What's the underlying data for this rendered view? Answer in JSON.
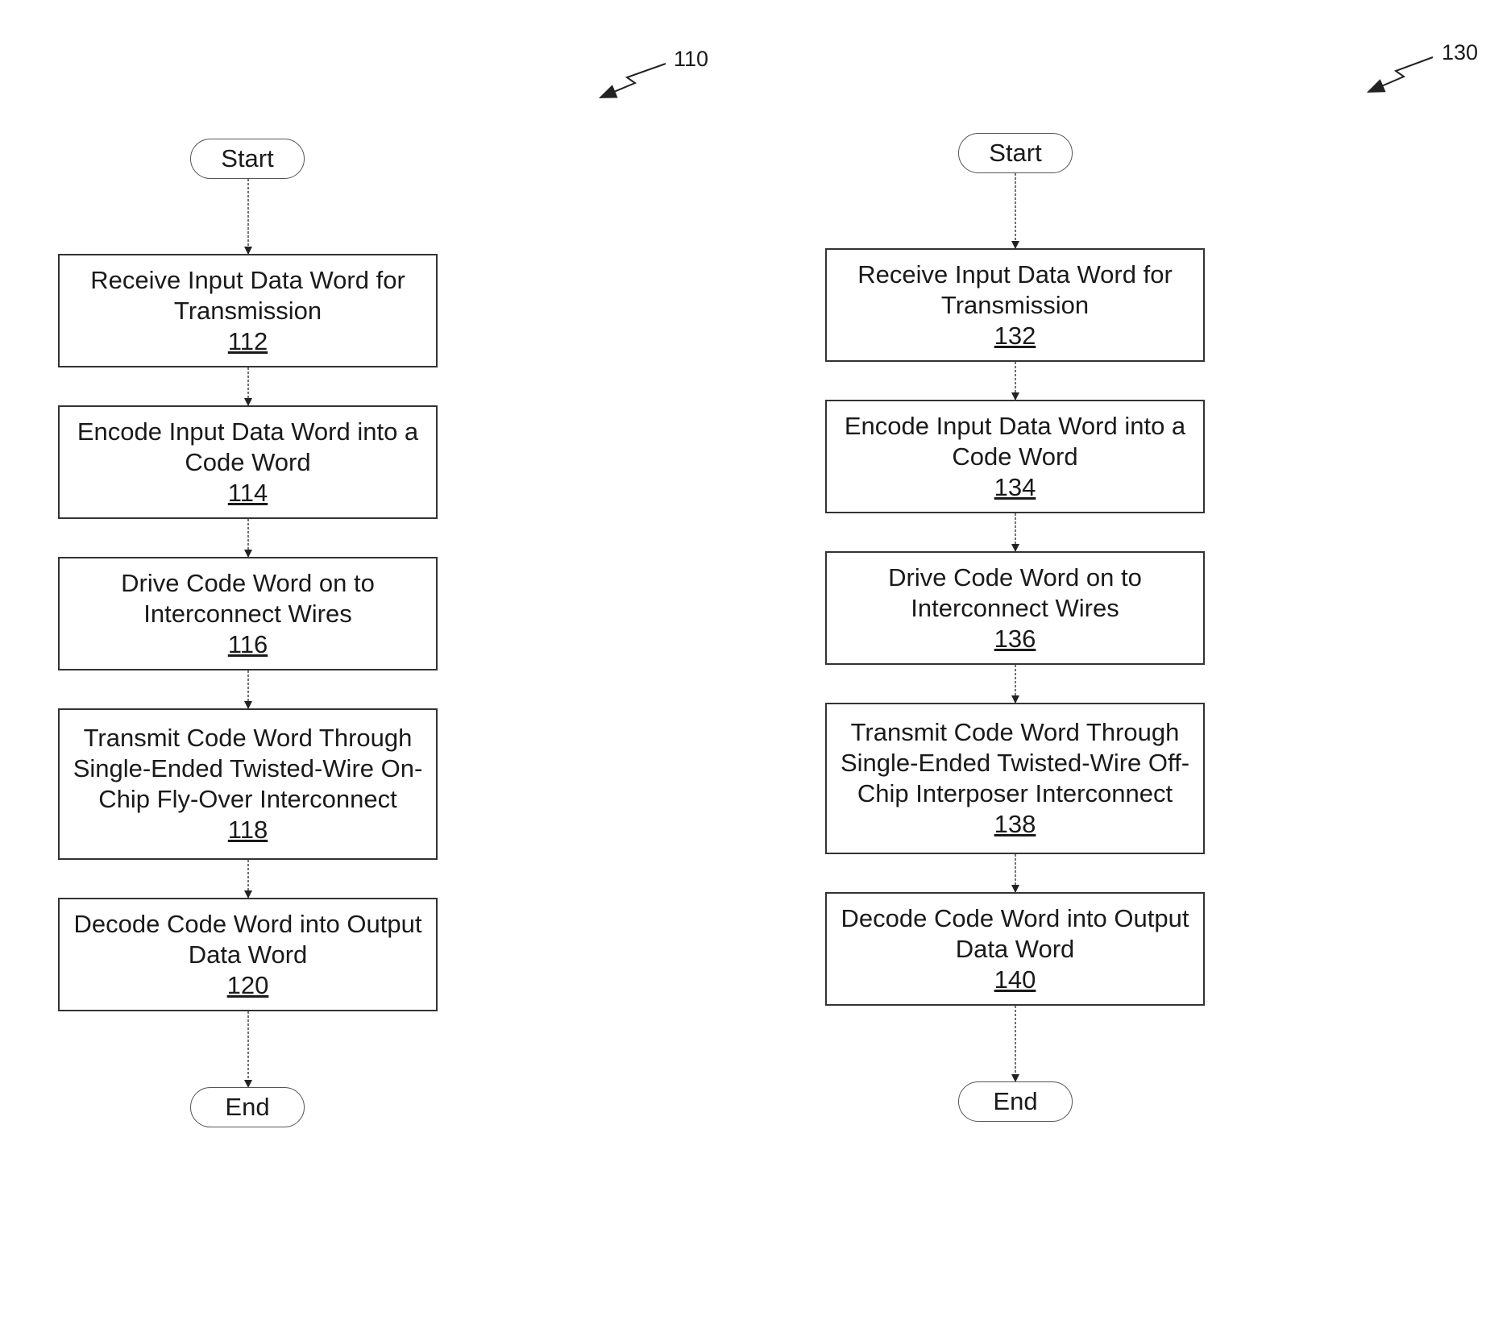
{
  "figures": [
    {
      "label": "110",
      "start": "Start",
      "end": "End",
      "steps": [
        {
          "lines": [
            "Receive Input Data Word for",
            "Transmission"
          ],
          "ref": "112"
        },
        {
          "lines": [
            "Encode Input Data Word into a",
            "Code Word"
          ],
          "ref": "114"
        },
        {
          "lines": [
            "Drive Code Word on to",
            "Interconnect Wires"
          ],
          "ref": "116"
        },
        {
          "lines": [
            "Transmit Code Word Through",
            "Single-Ended Twisted-Wire On-",
            "Chip Fly-Over Interconnect"
          ],
          "ref": "118"
        },
        {
          "lines": [
            "Decode Code Word into Output",
            "Data Word"
          ],
          "ref": "120"
        }
      ]
    },
    {
      "label": "130",
      "start": "Start",
      "end": "End",
      "steps": [
        {
          "lines": [
            "Receive Input Data Word for",
            "Transmission"
          ],
          "ref": "132"
        },
        {
          "lines": [
            "Encode Input Data Word into a",
            "Code Word"
          ],
          "ref": "134"
        },
        {
          "lines": [
            "Drive Code Word on to",
            "Interconnect Wires"
          ],
          "ref": "136"
        },
        {
          "lines": [
            "Transmit Code Word Through",
            "Single-Ended Twisted-Wire Off-",
            "Chip Interposer Interconnect"
          ],
          "ref": "138"
        },
        {
          "lines": [
            "Decode Code Word into Output",
            "Data Word"
          ],
          "ref": "140"
        }
      ]
    }
  ]
}
